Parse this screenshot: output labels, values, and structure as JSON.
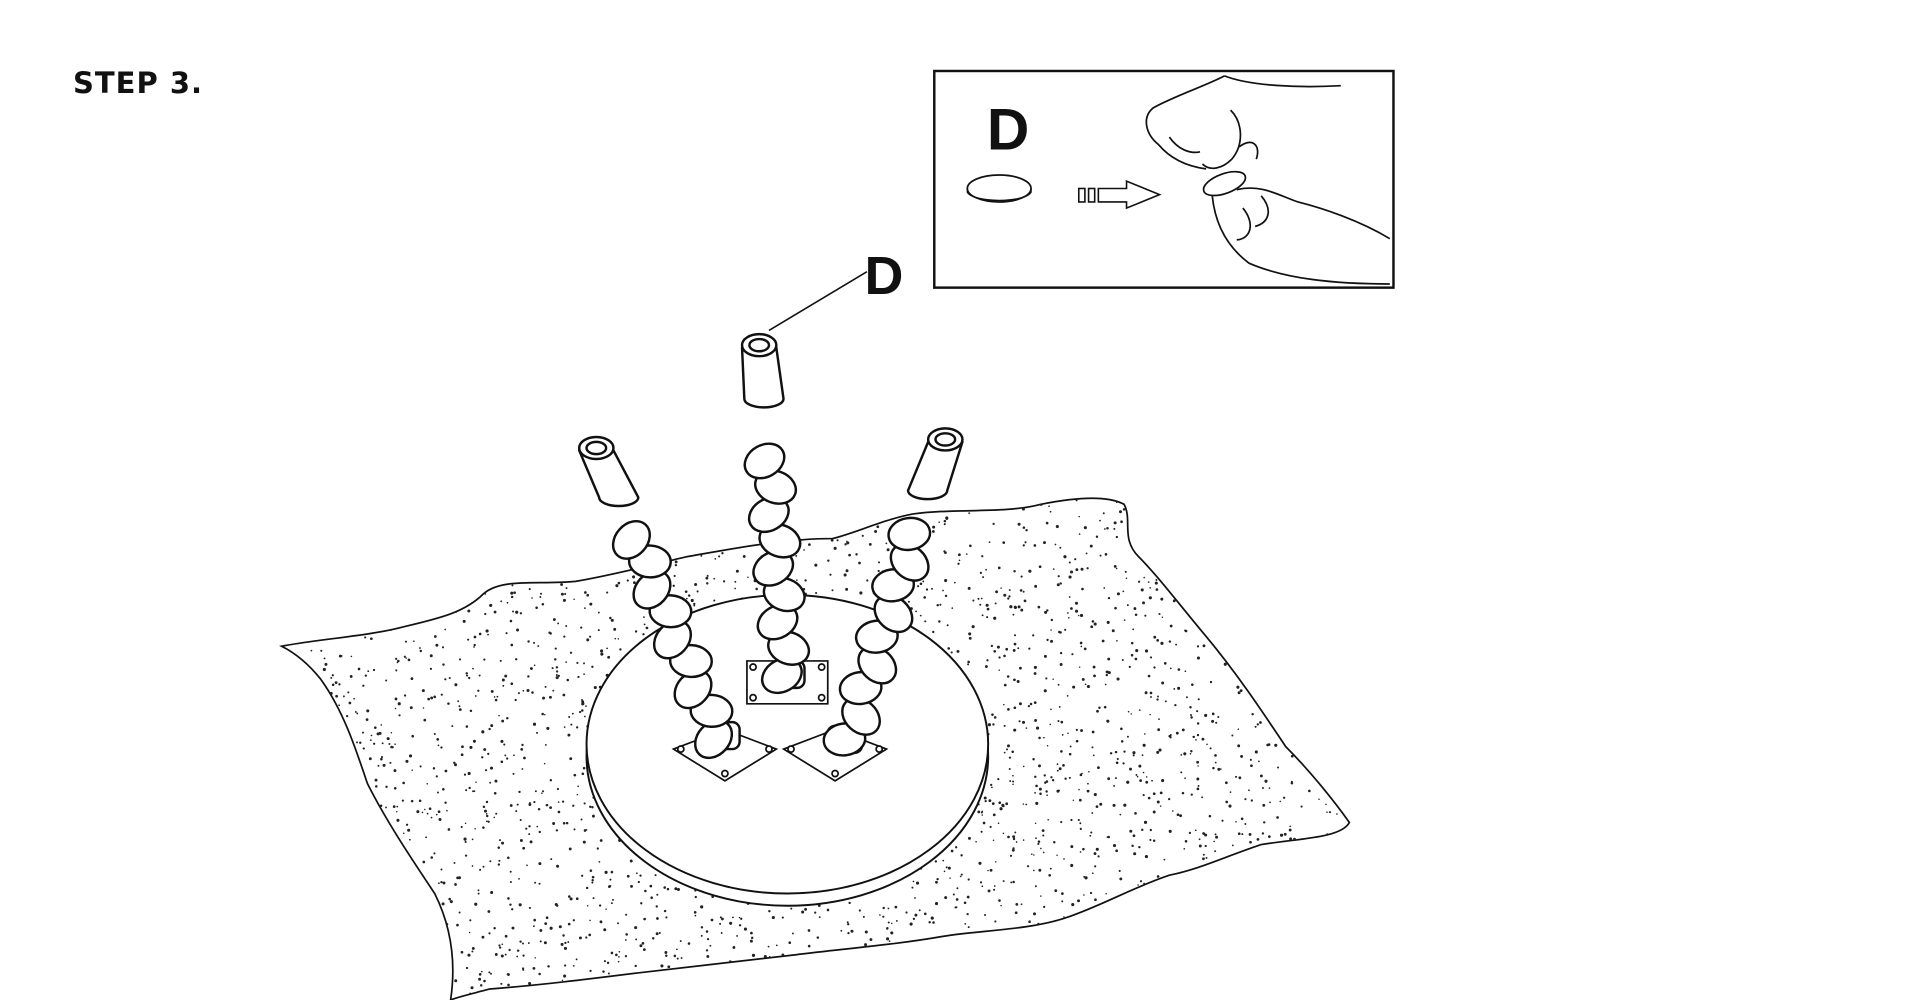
{
  "step_title": "STEP 3.",
  "inset": {
    "part_label": "D"
  },
  "callout": {
    "part_label": "D"
  },
  "colors": {
    "ink": "#111111",
    "background": "#ffffff"
  }
}
